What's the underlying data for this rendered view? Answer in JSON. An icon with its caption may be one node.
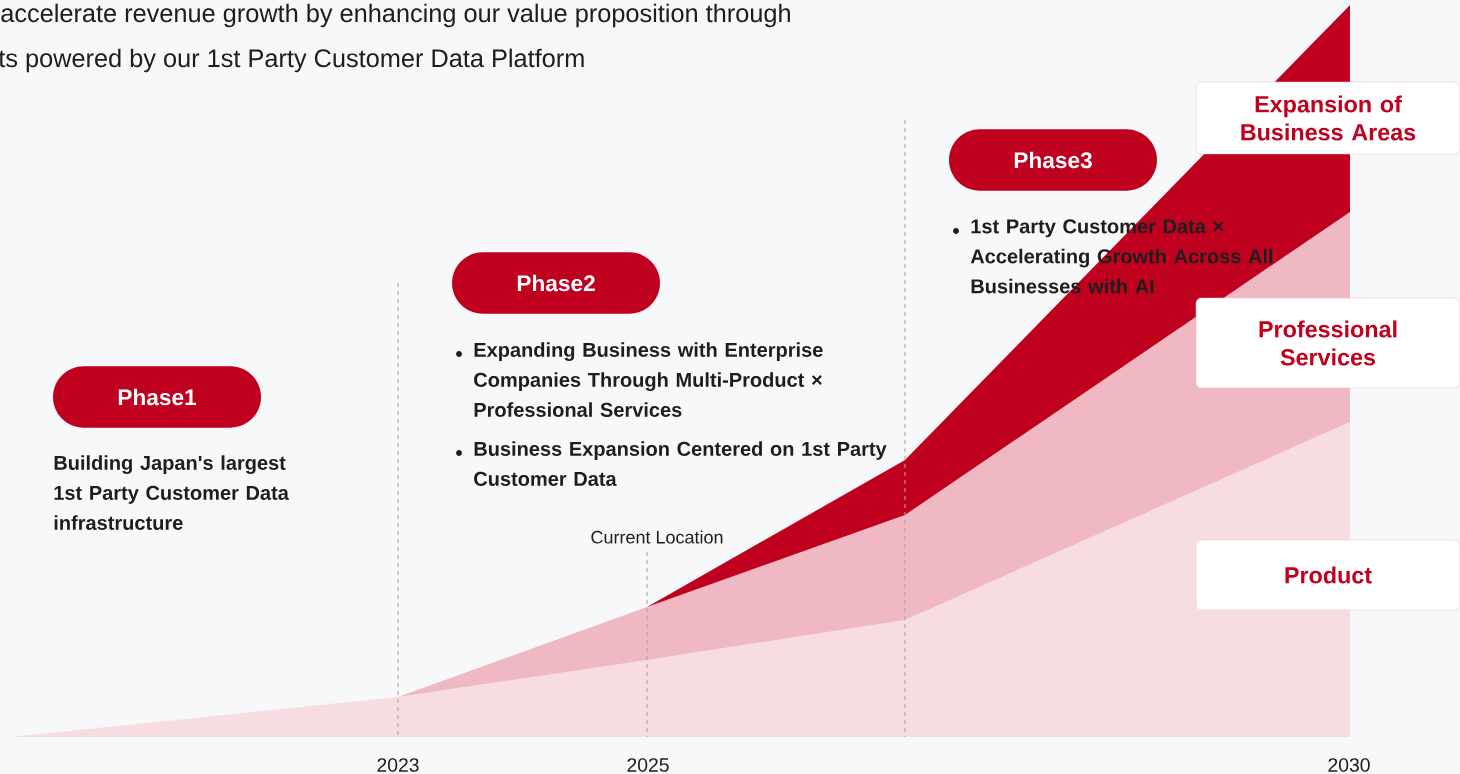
{
  "diagram": {
    "nodes": [
      {
        "text": [
          "Phase1"
        ],
        "beside": [
          "Building Japan's largest 1st Party Customer Data infrastructure"
        ]
      },
      {
        "text": [
          "Phase2"
        ],
        "beside": [
          "Expanding Business with Enterprise Companies Through Multi-Product × Professional Services",
          "Business Expansion Centered on 1st Party Customer Data"
        ]
      },
      {
        "text": [
          "Phase3"
        ]
      },
      {
        "text": [
          "Expansion of Business Areas"
        ]
      },
      {
        "text": [
          "Professional Services"
        ]
      },
      {
        "text": [
          "Product"
        ]
      }
    ],
    "edges": [],
    "labels": [
      "accelerate revenue growth by enhancing our value proposition through",
      "ts powered by our 1st Party Customer Data Platform",
      "Current Location",
      "2023",
      "2025",
      "2030",
      "1st Party Customer Data × Accelerating Growth Across All Businesses with AI"
    ]
  }
}
